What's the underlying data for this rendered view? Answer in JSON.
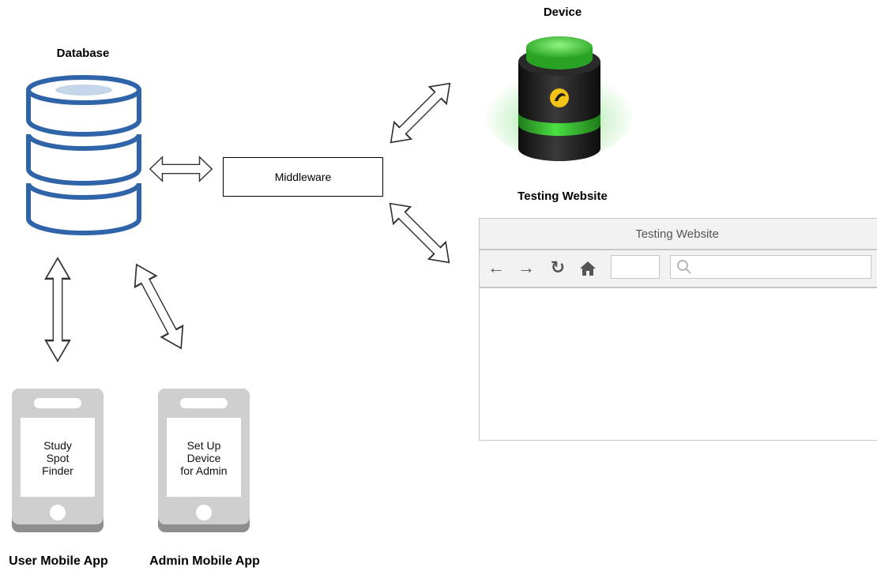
{
  "database": {
    "label": "Database"
  },
  "middleware": {
    "label": "Middleware"
  },
  "device": {
    "label": "Device"
  },
  "testing_website": {
    "label": "Testing Website",
    "browser_title": "Testing Website",
    "icons": [
      "back-arrow-icon",
      "forward-arrow-icon",
      "reload-icon",
      "home-icon",
      "search-icon"
    ]
  },
  "user_app": {
    "label": "User Mobile App",
    "screen_lines": [
      "Study",
      "Spot",
      "Finder"
    ]
  },
  "admin_app": {
    "label": "Admin Mobile App",
    "screen_lines": [
      "Set Up",
      "Device",
      "for Admin"
    ]
  },
  "colors": {
    "database_stroke": "#2f64a8",
    "database_fill": "#ffffff",
    "database_top": "#c5d6ea",
    "device_green": "#3fcf3a",
    "device_body": "#1a1a1a",
    "device_logo": "#f2c418",
    "phone_body": "#cfcfcf",
    "phone_dark": "#8e8e8e",
    "browser_border": "#c6c6c6"
  }
}
